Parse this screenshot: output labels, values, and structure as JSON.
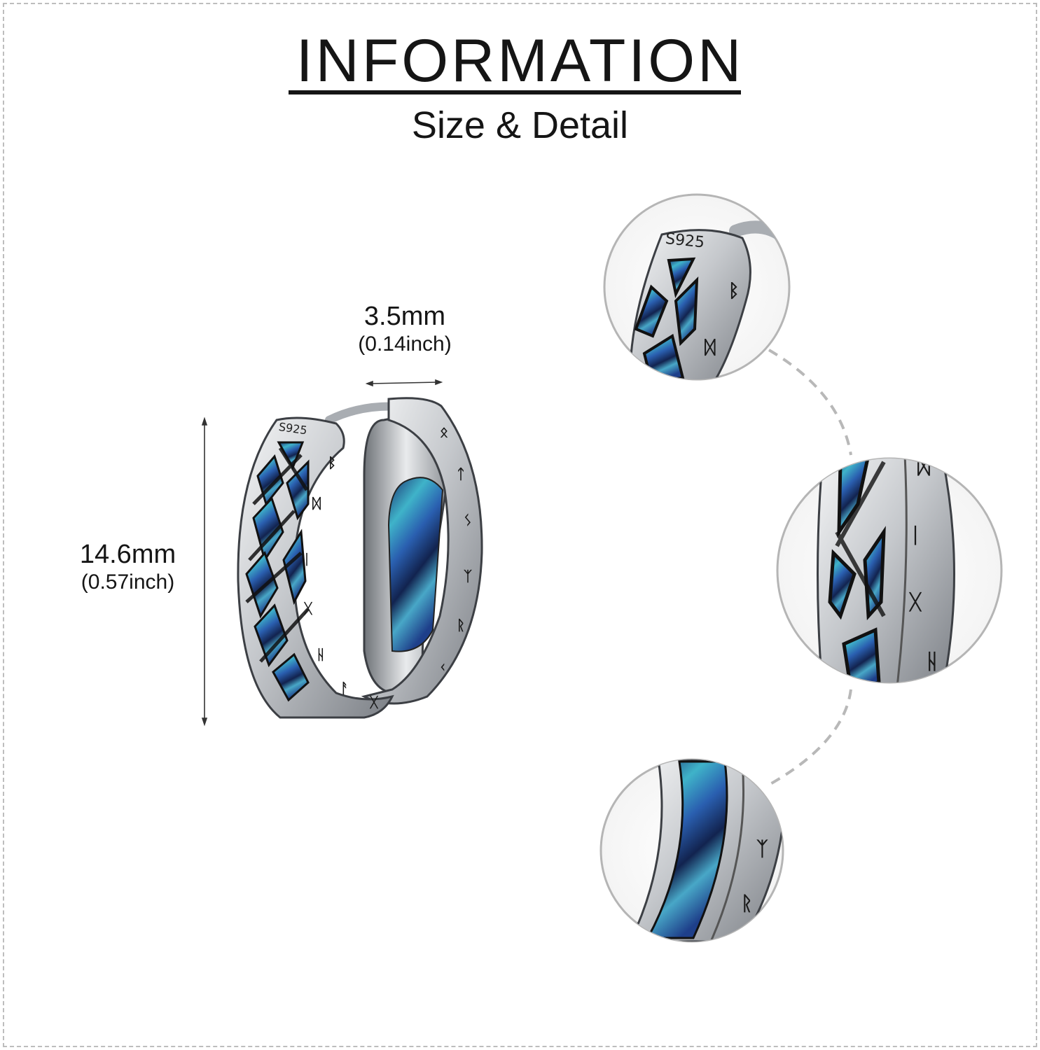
{
  "header": {
    "title": "INFORMATION",
    "subtitle": "Size & Detail"
  },
  "dimensions": {
    "width": {
      "value": "3.5mm",
      "imperial": "(0.14inch)"
    },
    "height": {
      "value": "14.6mm",
      "imperial": "(0.57inch)"
    }
  },
  "product": {
    "stamp": "S925",
    "colors": {
      "silver_light": "#e6e8ea",
      "silver_mid": "#a9adb2",
      "silver_dark": "#4a4d52",
      "abalone_blue": "#2a5fb0",
      "abalone_teal": "#3fb3c9",
      "abalone_deep": "#12234f"
    }
  }
}
